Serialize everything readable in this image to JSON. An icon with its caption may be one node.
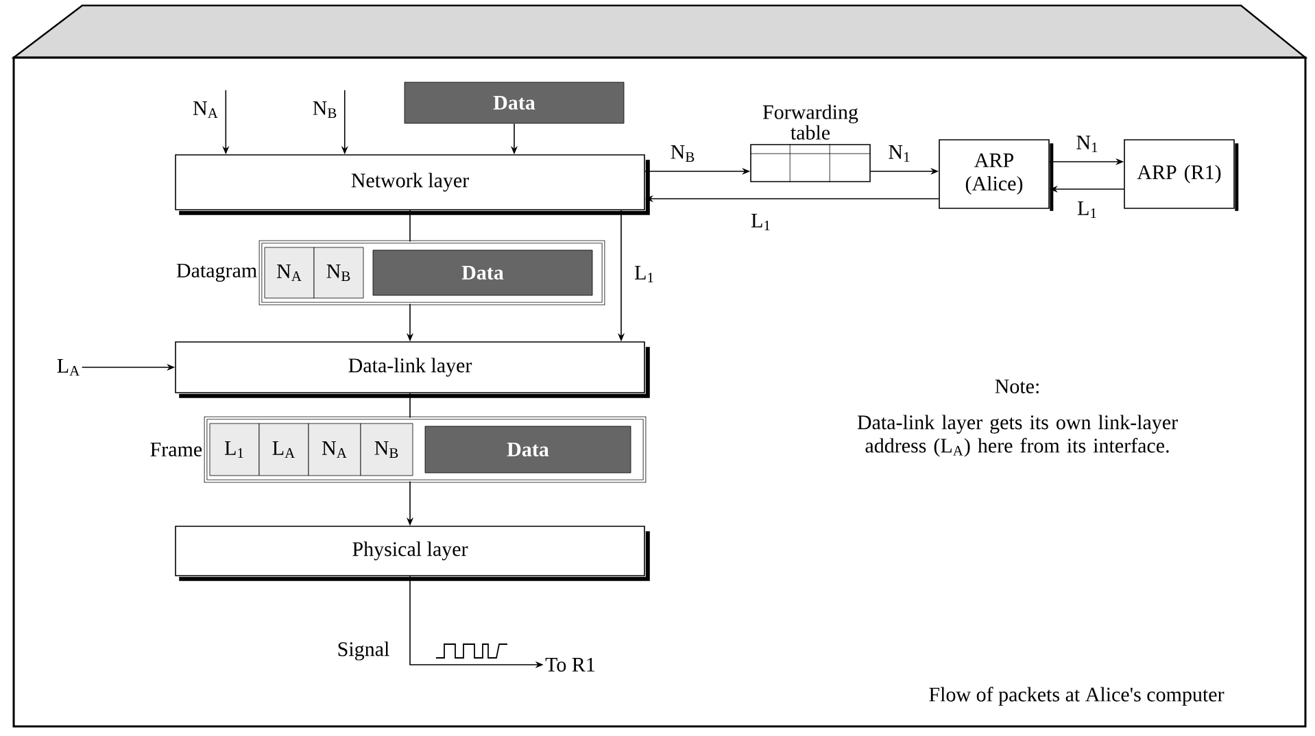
{
  "diagram": {
    "caption": "Flow of packets at Alice's computer",
    "nodes": [
      {
        "text": [
          "N$_{A}$"
        ]
      },
      {
        "text": [
          "N$_{B}$"
        ]
      },
      {
        "text": [
          "Data"
        ]
      },
      {
        "text": [
          "Network layer"
        ]
      },
      {
        "text": [
          "Datagram"
        ]
      },
      {
        "text": [
          "N$_{A}$"
        ],
        "in": 4
      },
      {
        "text": [
          "N$_{B}$"
        ],
        "in": 4
      },
      {
        "text": [
          "Data"
        ],
        "in": 4
      },
      {
        "text": [
          "L$_{A}$"
        ]
      },
      {
        "text": [
          "Data-link layer"
        ]
      },
      {
        "text": [
          "Frame"
        ]
      },
      {
        "text": [
          "L$_{1}$"
        ],
        "in": 10
      },
      {
        "text": [
          "L$_{A}$"
        ],
        "in": 10
      },
      {
        "text": [
          "N$_{A}$"
        ],
        "in": 10
      },
      {
        "text": [
          "N$_{B}$"
        ],
        "in": 10
      },
      {
        "text": [
          "Data"
        ],
        "in": 10
      },
      {
        "text": [
          "Physical layer"
        ]
      },
      {
        "text": [
          "To R1"
        ]
      },
      {
        "text": [
          "Forwarding table"
        ]
      },
      {
        "text": [
          "ARP (Alice)"
        ]
      },
      {
        "text": [
          "ARP (R1)"
        ]
      }
    ],
    "edges": [
      {
        "from": 0,
        "to": 3,
        "arrow": "to"
      },
      {
        "from": 1,
        "to": 3,
        "arrow": "to"
      },
      {
        "from": 2,
        "to": 3,
        "arrow": "to"
      },
      {
        "from": 3,
        "to": 4,
        "arrow": "none"
      },
      {
        "from": 4,
        "to": 9,
        "arrow": "to"
      },
      {
        "from": 3,
        "to": 9,
        "arrow": "to",
        "label": "L$_{1}$"
      },
      {
        "from": 8,
        "to": 9,
        "arrow": "to"
      },
      {
        "from": 9,
        "to": 10,
        "arrow": "none"
      },
      {
        "from": 10,
        "to": 16,
        "arrow": "to"
      },
      {
        "from": 16,
        "to": 17,
        "arrow": "to"
      },
      {
        "from": 3,
        "to": 18,
        "arrow": "to",
        "label": "N$_{B}$"
      },
      {
        "from": 18,
        "to": 19,
        "arrow": "to",
        "label": "N$_{1}$"
      },
      {
        "from": 19,
        "to": 20,
        "arrow": "to",
        "label": "N$_{1}$"
      },
      {
        "from": 20,
        "to": 19,
        "arrow": "to",
        "label": "L$_{1}$"
      },
      {
        "from": 19,
        "to": 3,
        "arrow": "to",
        "label": "L$_{1}$"
      }
    ],
    "labels": [
      "Signal",
      "Note:",
      "Data-link layer gets its own link-layer address (L$_{A}$) here from its interface."
    ]
  }
}
